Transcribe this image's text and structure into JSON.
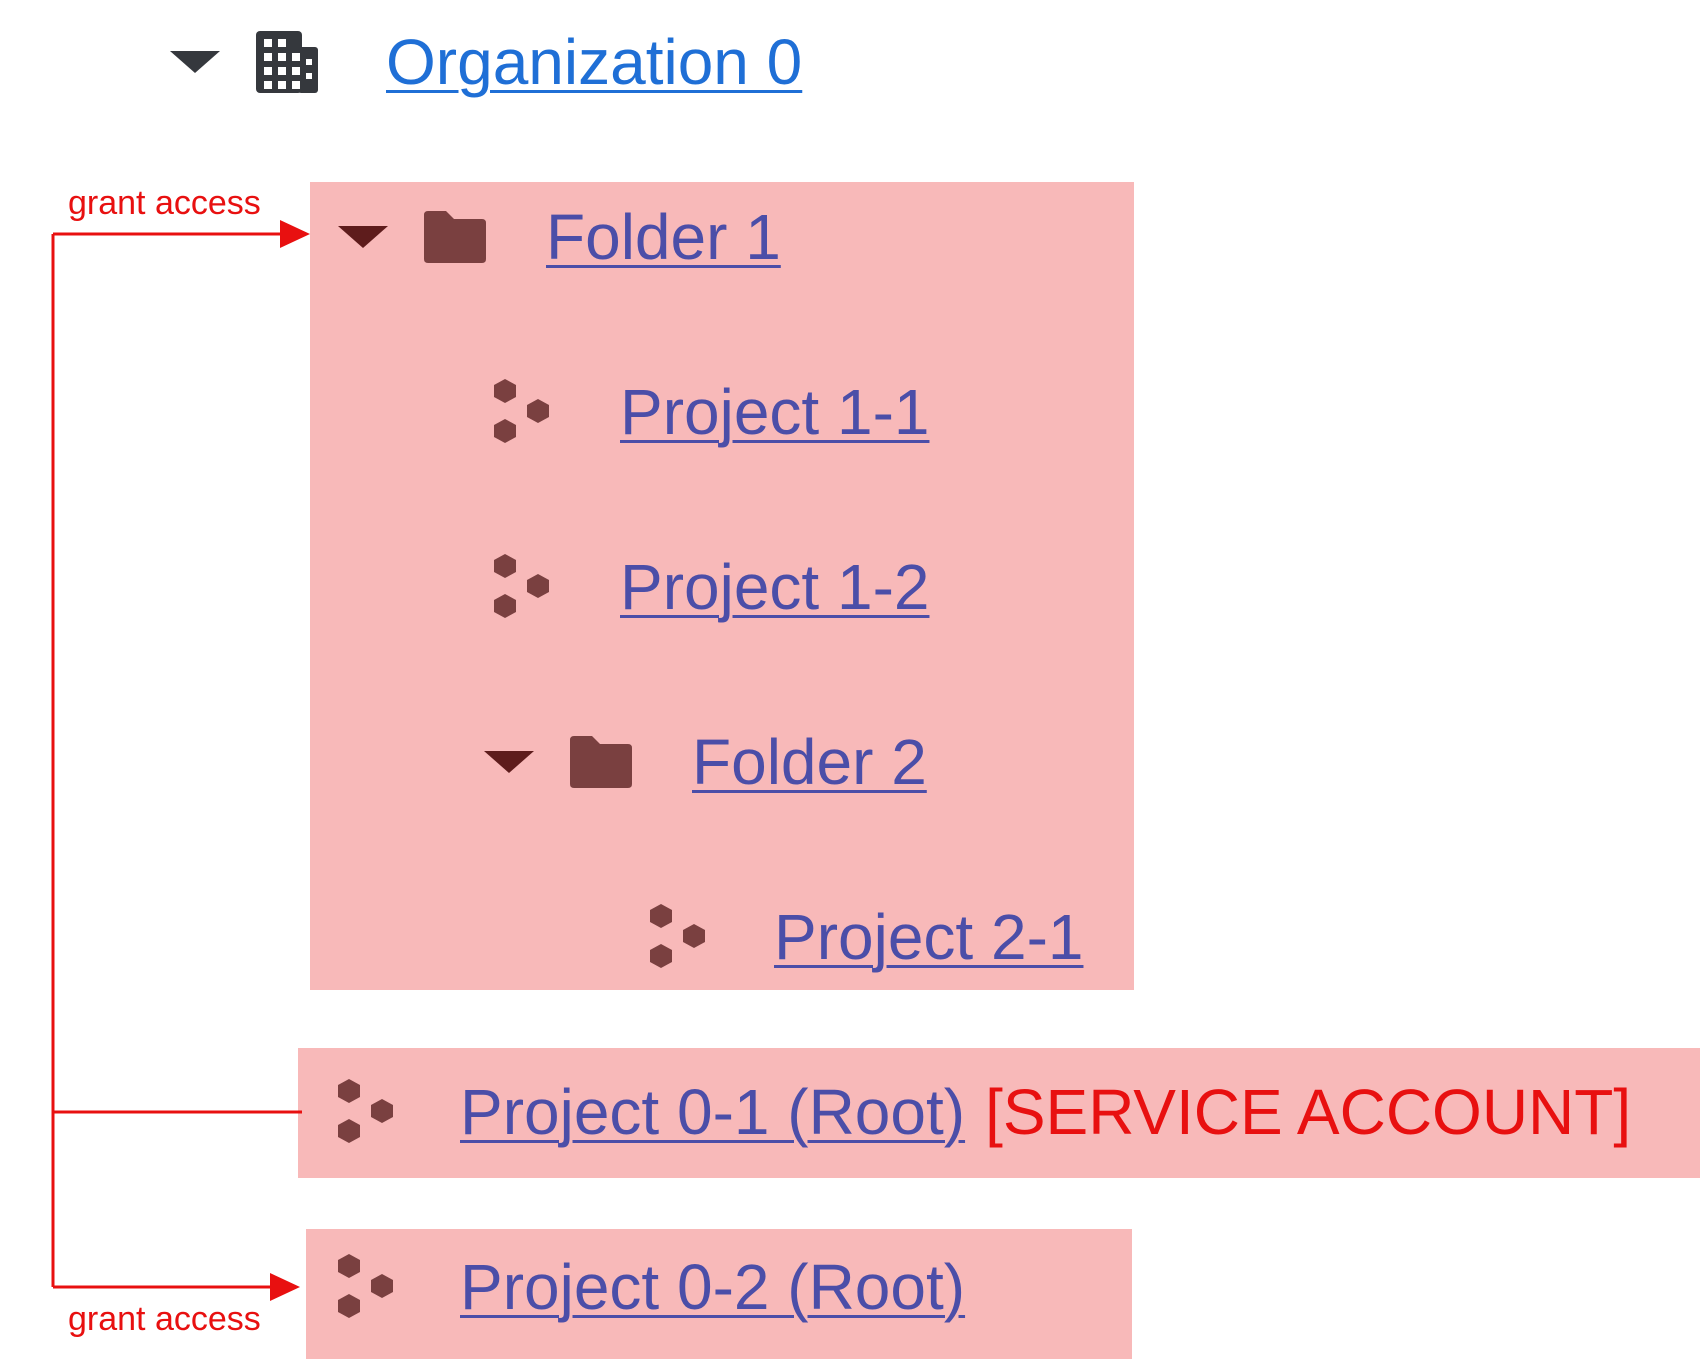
{
  "tree": {
    "organization": {
      "label": "Organization 0",
      "icon": "organization-building-icon"
    },
    "folder1": {
      "label": "Folder 1",
      "icon": "folder-icon"
    },
    "project1_1": {
      "label": "Project 1-1",
      "icon": "project-hexagons-icon"
    },
    "project1_2": {
      "label": "Project 1-2",
      "icon": "project-hexagons-icon"
    },
    "folder2": {
      "label": "Folder 2",
      "icon": "folder-icon"
    },
    "project2_1": {
      "label": "Project 2-1",
      "icon": "project-hexagons-icon"
    },
    "project0_1": {
      "label": "Project 0-1 (Root)",
      "tag": "[SERVICE ACCOUNT]",
      "icon": "project-hexagons-icon"
    },
    "project0_2": {
      "label": "Project 0-2 (Root)",
      "icon": "project-hexagons-icon"
    }
  },
  "annotations": {
    "top": "grant access",
    "bottom": "grant access"
  },
  "colors": {
    "highlight": "#f8b9b9",
    "annotation_red": "#e81010",
    "link_blue": "#1f6fd6",
    "link_purple": "#4b4ea8",
    "icon_dark_red": "#7a4040",
    "icon_gray": "#35383d"
  }
}
